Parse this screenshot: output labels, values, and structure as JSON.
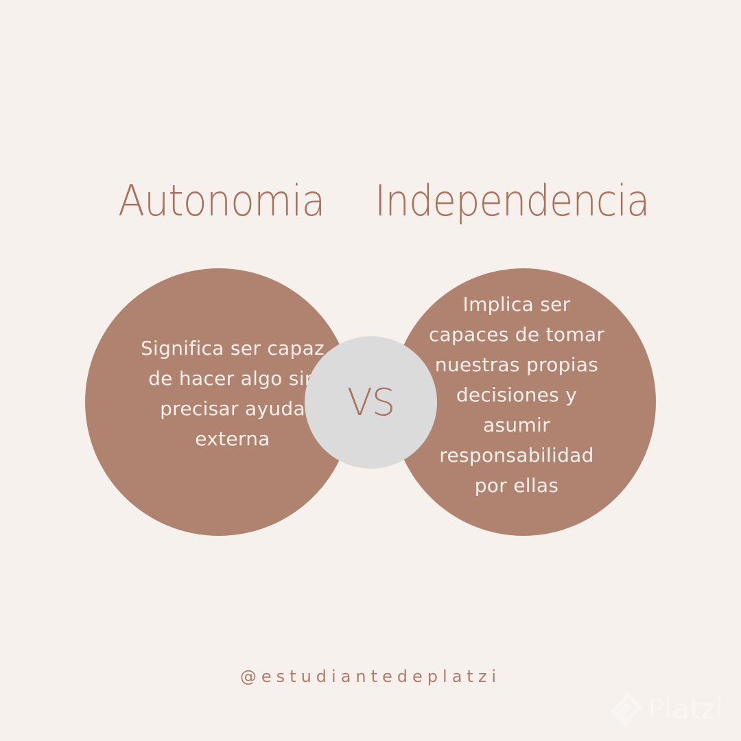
{
  "left": {
    "title": "Autonomia",
    "description": "Significa ser capaz\nde hacer algo sin\nprecisar ayuda\nexterna"
  },
  "right": {
    "title": "Independencia",
    "description": "Implica ser\ncapaces de tomar\nnuestras propias\ndecisiones y\nasumir\nresponsabilidad\npor ellas"
  },
  "center": {
    "label": "VS"
  },
  "footer": {
    "handle": "@estudiantedeplatzi",
    "watermark": "Platzi",
    "watermark_icon": "platzi-logo-icon"
  },
  "colors": {
    "background": "#f7f1ed",
    "circle": "#b08371",
    "vs_circle": "#dcdbdb",
    "accent_text": "#a9705c"
  }
}
